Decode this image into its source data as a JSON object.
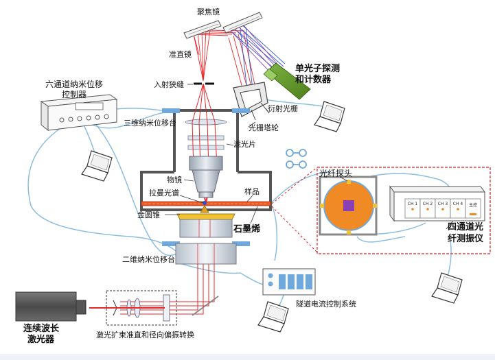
{
  "labels": {
    "focus_mirror": "聚焦镜",
    "collimator_mirror": "准直镜",
    "entrance_slit": "入射狭缝",
    "spc_line1": "单光子探测",
    "spc_line2": "和计数器",
    "diffraction_grating": "衍射光栅",
    "grating_turret": "光栅塔轮",
    "six_channel_line1": "六通道纳米位移",
    "six_channel_line2": "控制器",
    "three_axis_stage": "三维纳米位移台",
    "filter": "滤光片",
    "objective": "物镜",
    "raman_spectrum": "拉曼光谱",
    "sample": "样品",
    "gold_tip": "金圆锥",
    "graphene": "石墨烯",
    "fiber_probe": "光纤探头",
    "four_ch_line1": "四通道光",
    "four_ch_line2": "纤测振仪",
    "two_axis_stage": "二维纳米位移台",
    "tunneling_control": "隧道电流控制系统",
    "laser_line1": "连续波长",
    "laser_line2": "激光器",
    "beam_expander": "激光扩束准直和径向偏振转换"
  },
  "channels": [
    "CH 1",
    "CH 2",
    "CH 3",
    "CH 4",
    "主控"
  ],
  "colors": {
    "laser": "#e8262a",
    "grating_blue": "#2e5bd6",
    "grating_purple": "#8a3fb5",
    "detector_green": "#5d9a22",
    "cable": "#7fb3d8",
    "stage_blue": "#6fa8dc",
    "sample_red": "#e55b2a",
    "dashed_box": "#e02020"
  }
}
